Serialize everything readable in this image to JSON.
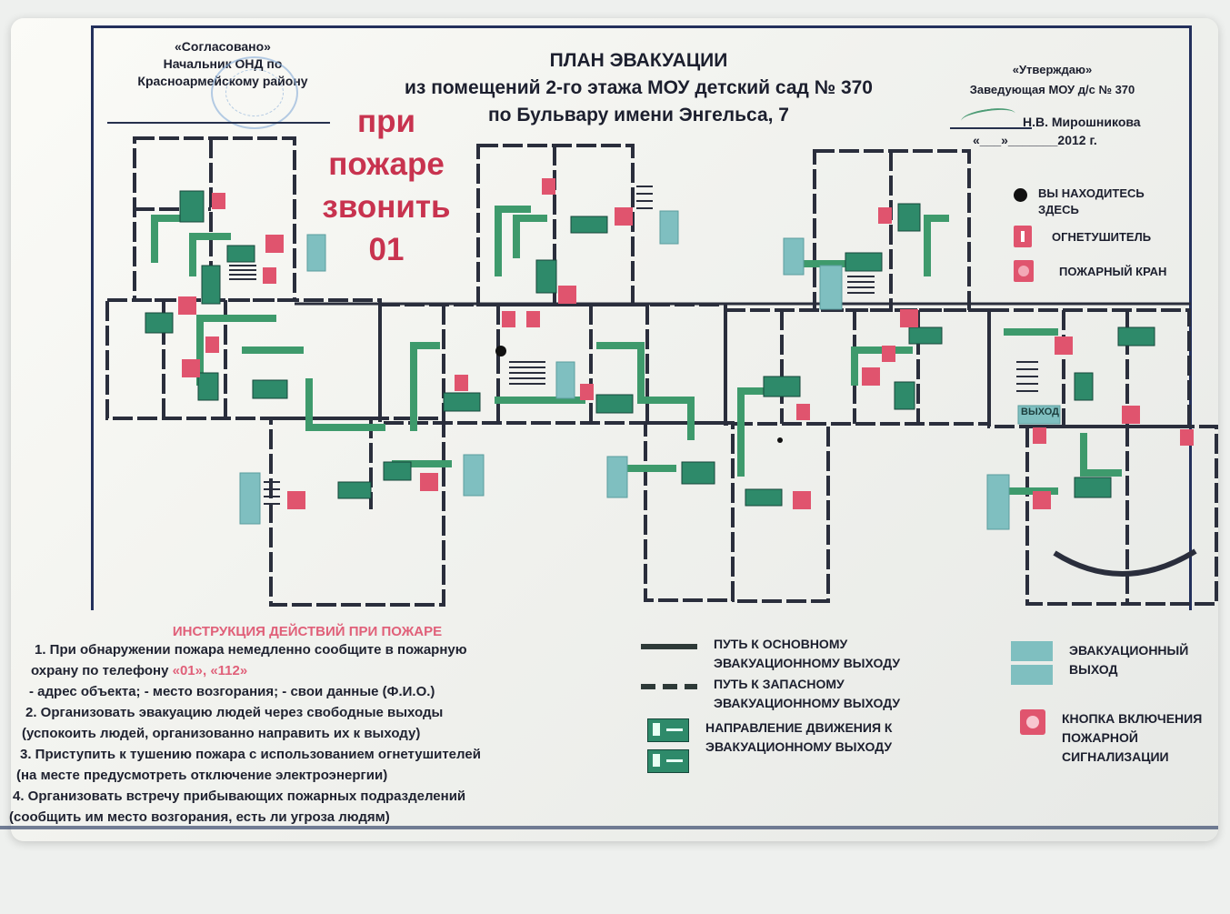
{
  "header": {
    "agreed": {
      "line1": "«Согласовано»",
      "line2": "Начальник ОНД по",
      "line3": "Красноармейскому району"
    },
    "title": {
      "line1": "ПЛАН ЭВАКУАЦИИ",
      "line2": "из помещений 2-го этажа МОУ детский сад № 370",
      "line3": "по Бульвару имени Энгельса, 7"
    },
    "approve": {
      "line1": "«Утверждаю»",
      "line2": "Заведующая МОУ д/с № 370",
      "director": "Н.В. Мирошникова",
      "date": "«___»_______2012 г."
    }
  },
  "fire_call": {
    "line1": "при",
    "line2": "пожаре",
    "line3": "звонить",
    "line4": "01"
  },
  "legend": {
    "you_are_here": "ВЫ НАХОДИТЕСЬ ЗДЕСЬ",
    "extinguisher": "ОГНЕТУШИТЕЛЬ",
    "hydrant": "ПОЖАРНЫЙ КРАН",
    "primary_route": "ПУТЬ К ОСНОВНОМУ ЭВАКУАЦИОННОМУ ВЫХОДУ",
    "secondary_route": "ПУТЬ К ЗАПАСНОМУ ЭВАКУАЦИОННОМУ ВЫХОДУ",
    "direction": "НАПРАВЛЕНИЕ ДВИЖЕНИЯ К ЭВАКУАЦИОННОМУ ВЫХОДУ",
    "evac_exit": "ЭВАКУАЦИОННЫЙ ВЫХОД",
    "alarm_button": "КНОПКА ВКЛЮЧЕНИЯ ПОЖАРНОЙ СИГНАЛИЗАЦИИ"
  },
  "plan_labels": {
    "exit": "ВЫХОД"
  },
  "instructions": {
    "title": "ИНСТРУКЦИЯ ДЕЙСТВИЙ ПРИ ПОЖАРЕ",
    "l1": "1. При обнаружении пожара немедленно сообщите в пожарную",
    "l2a": "охрану по телефону ",
    "l2b": "«01», «112»",
    "l3": "- адрес объекта; - место возгорания; - свои данные (Ф.И.О.)",
    "l4": "2. Организовать эвакуацию людей через свободные выходы",
    "l5": "(успокоить людей, организованно направить их к выходу)",
    "l6": "3. Приступить к тушению пожара с использованием огнетушителей",
    "l7": "(на месте предусмотреть отключение электроэнергии)",
    "l8": "4. Организовать встречу прибывающих пожарных подразделений",
    "l9": "(сообщить им место возгорания, есть ли угроза людям)"
  },
  "colors": {
    "wall": "#2a2e3c",
    "route": "#3e9a6c",
    "fire_red": "#c8334f",
    "sign_green": "#2e8a6a"
  }
}
